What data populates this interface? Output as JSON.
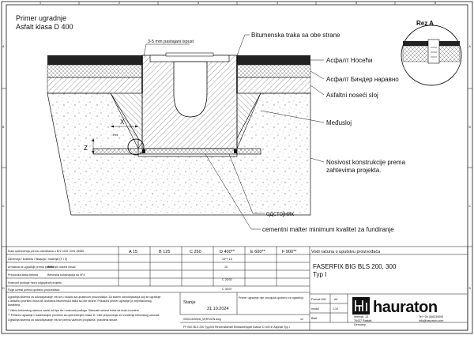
{
  "drawing": {
    "title_line1": "Primer ugradnje",
    "title_line2": "Asfalt klasa D 400",
    "detail_title": "Rez A",
    "labels": {
      "gap": "3-5 mm pastajani ispust",
      "bitumen": "Bitumenska traka sa obe strane",
      "asphalt_top": "Асфалт Носећи",
      "asphalt_binder": "Асфалт Биндер наравно",
      "asphalt_base": "Asfaltni noseći sloj",
      "interlayer": "Međusloj",
      "subbase_1": "Nosivost konstrukcije prema",
      "subbase_2": "zahtevima projekta.",
      "spacer": "одстојник",
      "mortar": "cementni malter minimum kvalitet za fundiranje",
      "dim_x": "X",
      "dim_z": "Z",
      "rez_small": "Rez"
    },
    "border_letters": [
      "A",
      "B",
      "C",
      "D"
    ],
    "border_numbers": [
      "1",
      "2",
      "3",
      "4",
      "5",
      "6"
    ]
  },
  "titleblock": {
    "row0_left": "Klasi opterećenja prema odredbama u EN 1433 / DIN 19580",
    "classes": [
      "A 15",
      "B 125",
      "C 250",
      "D 400**",
      "E 600**",
      "F 900**"
    ],
    "row1_left": "Dimenzija / kvaliteta / fiksacija / materijal (X i Z)",
    "row1_values": [
      "15**/ 15",
      "15"
    ],
    "row2_small": [
      "C 25/30",
      "C 30/37"
    ],
    "row2_left_a": "Betonski noseći nosač",
    "row2_left_b": "Betonska konstrukcija sa XF4",
    "left_notes": [
      "Armatura se ugrađuje prema potrebi",
      "Preporuka klasa betona",
      "Nosivost podloge mora odgovarati projektu",
      "Fuge izvesti prema uputstvu proizvođača"
    ],
    "remarks": [
      "Ugradnja sistema za odvodnjavanje vrši se u skladu sa uputstvom proizvođača. Za sistem odvodnjavanja koji se ugrađuje",
      "u asfaltnu površinu mora biti izvedena bitumenska traka sa obe strane. Prikazani primer ugradnje je orijentacionog",
      "karaktera.",
      "* Visina betonskog oslonca zavisi od tipa tla i nosivosti podloge. Betonski oslonci treba da budu izvedeni",
      "** Prilikom ugradnje u saobraćajne površine sa opterećenjem klase D i više preporučuje se izvođenje betonskog oslonca.",
      "Ugradnja sistema za odvodnjavanje vrši se prema važećim propisima i pravilima struke."
    ],
    "installation_note": "Vodi računa o uputstvu proizvođača",
    "product_name": "FASERFIX BIG BLS  200, 300",
    "product_type": "Typ I",
    "remark_box": "Primer ugradnje nije vezujuća uputstvo za ugradnju.",
    "datum_label": "Stanje",
    "datum": "31.10.2024",
    "format_label": "Format DIN",
    "format_value": "A4",
    "module_label": "modul",
    "module_value": "1:10",
    "page_label": "Blatt",
    "page_value": "12",
    "file_name": "00001349926_VERSION.dwg",
    "footer": "FF BIG BLS 200 Typ200 Rinnenstartstil Einbaubeispiel Klasse D 400 in Asphalt Typ I",
    "brand": "hauraton",
    "address": [
      "Werkstr. 13",
      "76437 Rastatt",
      "Germany"
    ],
    "contact": [
      "Tel +39 (0)8339000",
      "info@hauraton.com"
    ]
  },
  "colors": {
    "line": "#111111",
    "asphalt_top": "#222222",
    "hatch": "#555555",
    "speckle": "#888888",
    "channel": "#ffffff"
  }
}
